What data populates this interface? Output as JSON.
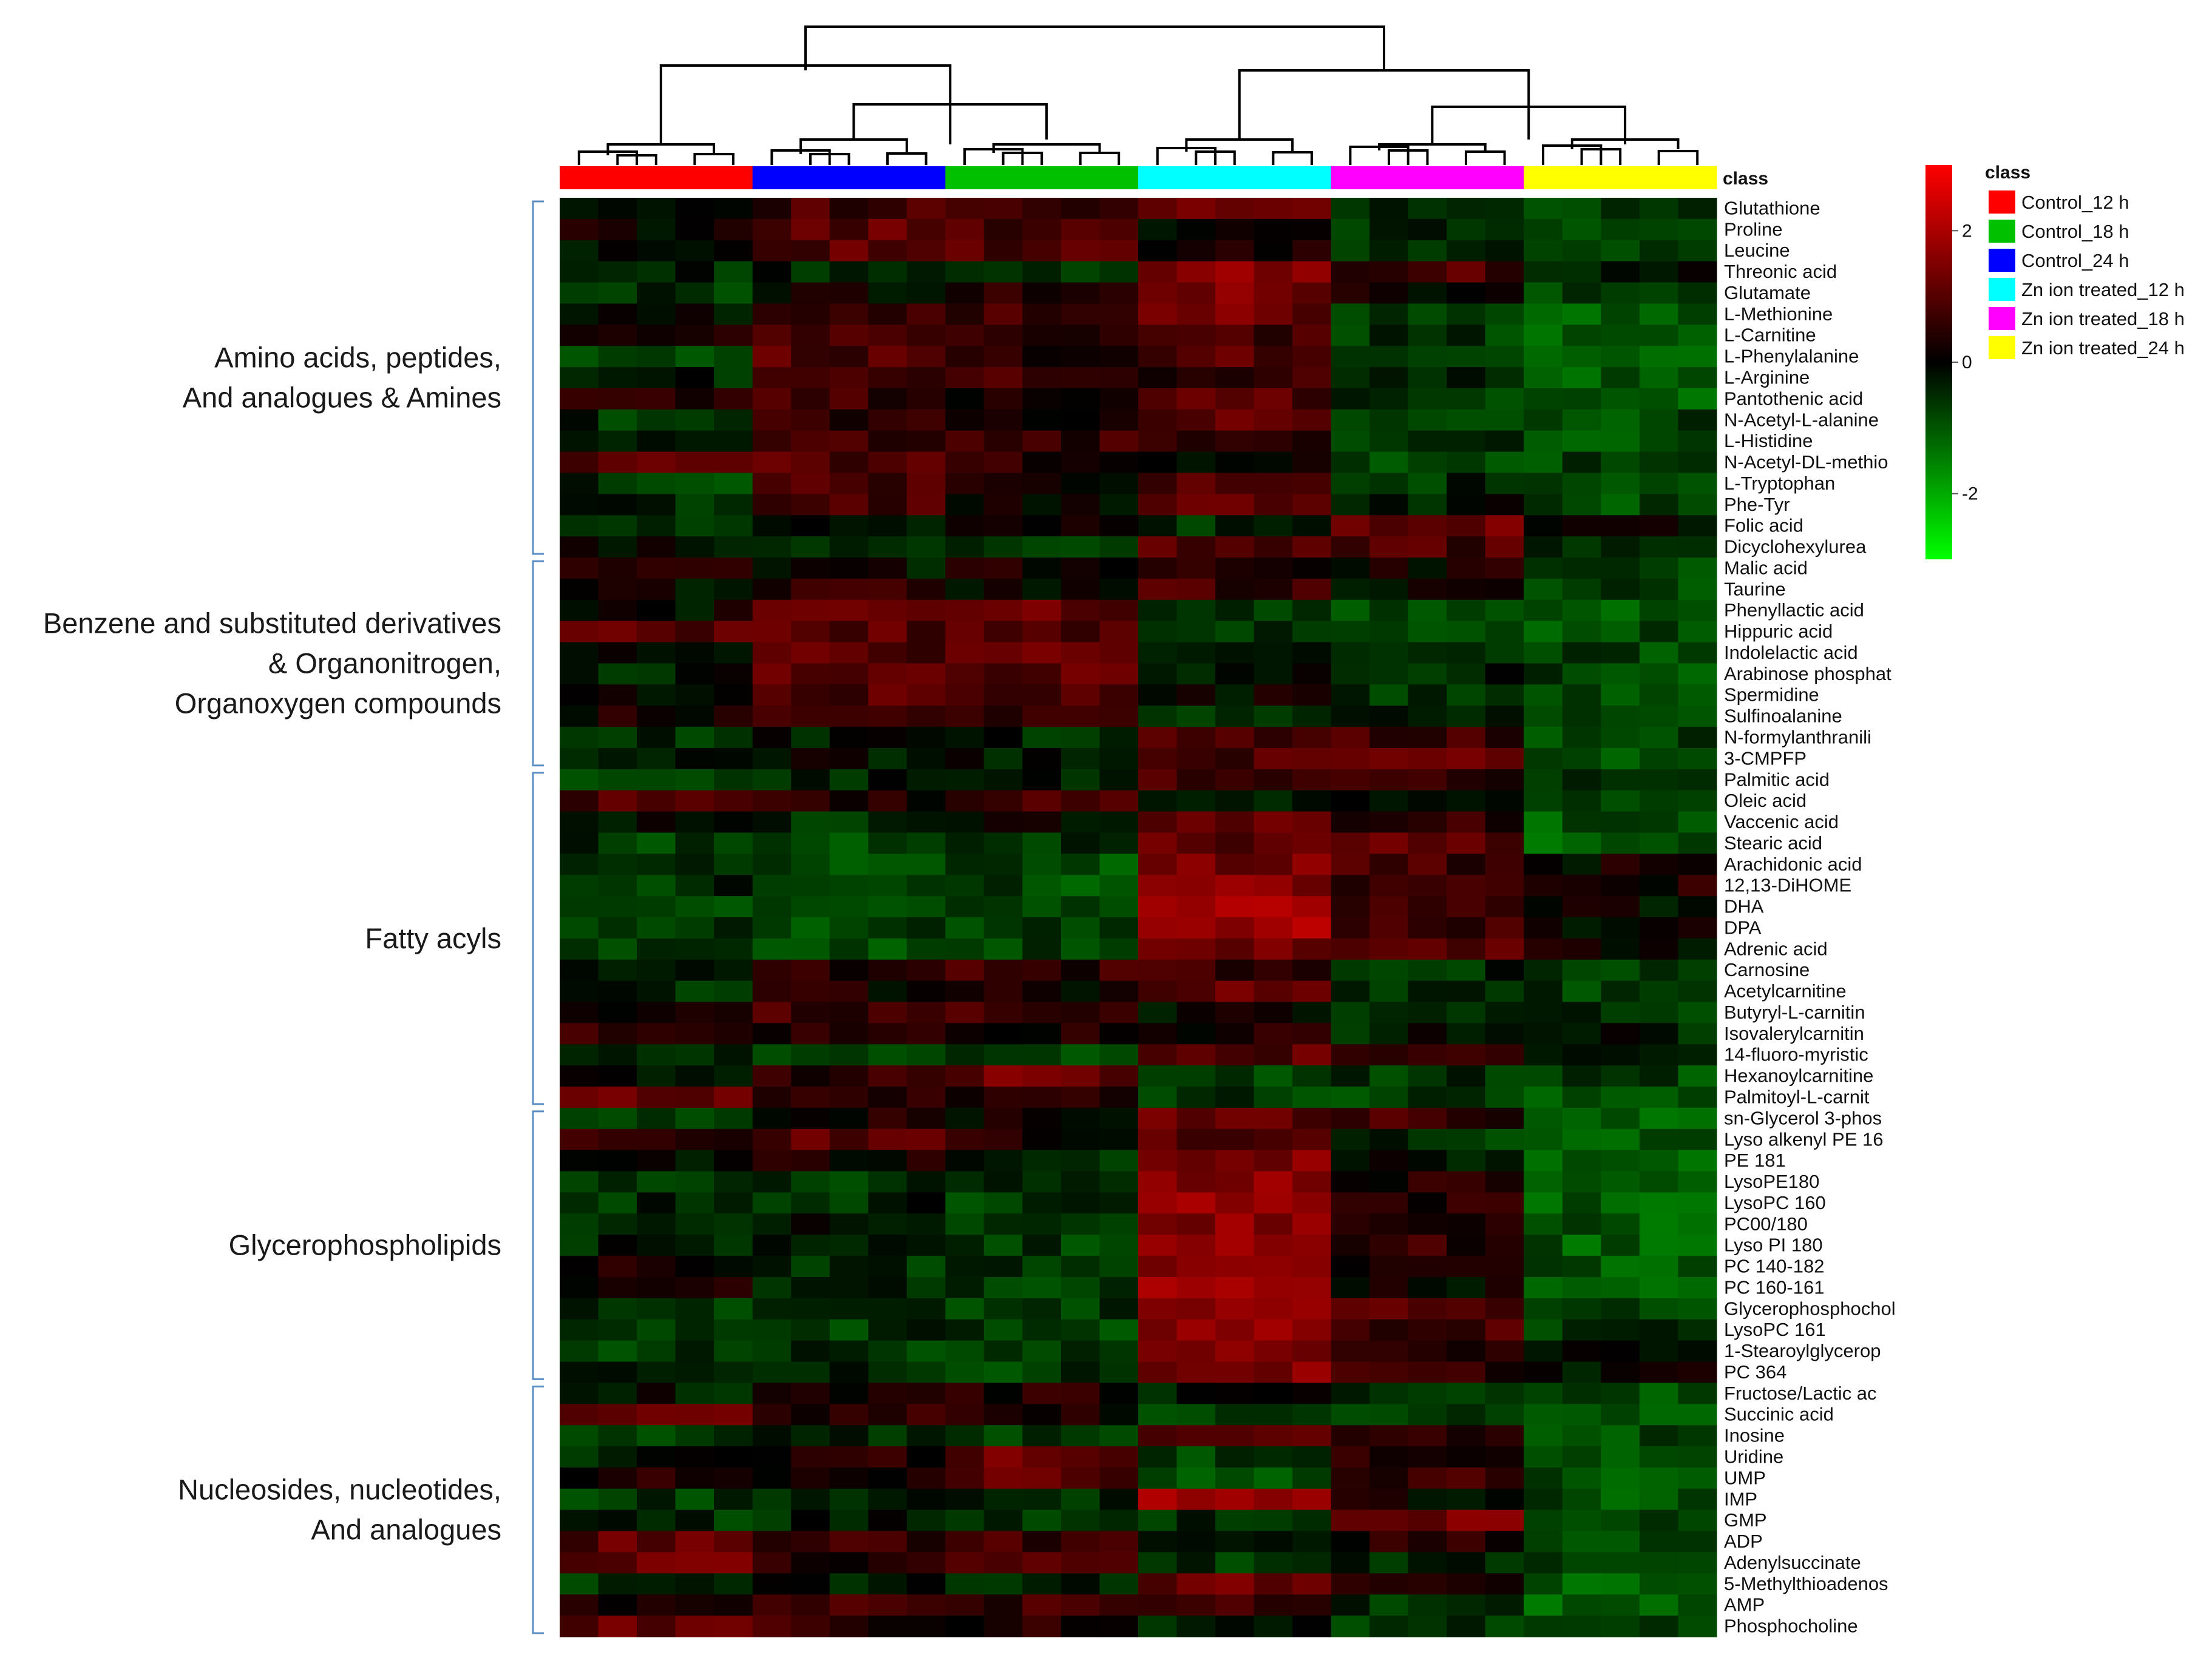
{
  "chart_data": {
    "type": "heatmap",
    "class_legend_title": "class",
    "class_bar_label": "class",
    "classes": [
      {
        "name": "Control_12 h",
        "color": "#ff0000"
      },
      {
        "name": "Control_18 h",
        "color": "#00c000"
      },
      {
        "name": "Control_24 h",
        "color": "#0000ff"
      },
      {
        "name": "Zn ion treated_12 h",
        "color": "#00ffff"
      },
      {
        "name": "Zn ion treated_18 h",
        "color": "#ff00ff"
      },
      {
        "name": "Zn ion treated_24 h",
        "color": "#ffff00"
      }
    ],
    "column_class_order": [
      0,
      2,
      1,
      3,
      4,
      5
    ],
    "samples_per_class": 5,
    "color_scale": {
      "ticks": [
        2,
        0,
        -2
      ],
      "range": [
        -3,
        3
      ],
      "high_color": "#ff0000",
      "mid_color": "#000000",
      "low_color": "#00ff00"
    },
    "group_label_lines": [
      [
        "Amino acids, peptides,",
        "And analogues & Amines"
      ],
      [
        "Benzene and substituted derivatives",
        "& Organonitrogen,",
        "Organoxygen compounds"
      ],
      [
        "Fatty acyls"
      ],
      [
        "Glycerophospholipids"
      ],
      [
        "Nucleosides, nucleotides,",
        "And analogues"
      ]
    ],
    "group_row_ranges": [
      [
        0,
        17
      ],
      [
        17,
        27
      ],
      [
        27,
        43
      ],
      [
        43,
        56
      ],
      [
        56,
        68
      ]
    ],
    "rows": [
      "Glutathione",
      "Proline",
      "Leucine",
      "Threonic acid",
      "Glutamate",
      "L-Methionine",
      "L-Carnitine",
      "L-Phenylalanine",
      "L-Arginine",
      "Pantothenic acid",
      "N-Acetyl-L-alanine",
      "L-Histidine",
      "N-Acetyl-DL-methio",
      "L-Tryptophan",
      "Phe-Tyr",
      "Folic acid",
      "Dicyclohexylurea",
      "Malic acid",
      "Taurine",
      "Phenyllactic acid",
      "Hippuric acid",
      "Indolelactic acid",
      "Arabinose phosphat",
      "Spermidine",
      "Sulfinoalanine",
      "N-formylanthranili",
      "3-CMPFP",
      "Palmitic acid",
      "Oleic acid",
      "Vaccenic acid",
      "Stearic acid",
      "Arachidonic acid",
      "12,13-DiHOME",
      "DHA",
      "DPA",
      "Adrenic acid",
      "Carnosine",
      "Acetylcarnitine",
      "Butyryl-L-carnitin",
      "Isovalerylcarnitin",
      "14-fluoro-myristic",
      "Hexanoylcarnitine",
      "Palmitoyl-L-carnit",
      "sn-Glycerol 3-phos",
      "Lyso alkenyl PE 16",
      "PE 181",
      "LysoPE180",
      "LysoPC 160",
      "PC00/180",
      "Lyso PI 180",
      "PC 140-182",
      "PC 160-161",
      "Glycerophosphochol",
      "LysoPC 161",
      "1-Stearoylglycerop",
      "PC 364",
      "Fructose/Lactic ac",
      "Succinic acid",
      "Inosine",
      "Uridine",
      "UMP",
      "IMP",
      "GMP",
      "ADP",
      "Adenylsuccinate",
      "5-Methylthioadenos",
      "AMP",
      "Phosphocholine"
    ],
    "class_means": [
      [
        0.2,
        0.6,
        0.7,
        1.0,
        -0.4,
        -0.8
      ],
      [
        0.1,
        0.9,
        1.0,
        0.1,
        -0.5,
        -0.8
      ],
      [
        0.0,
        0.8,
        1.0,
        0.2,
        -0.6,
        -0.8
      ],
      [
        -0.4,
        -0.8,
        -0.3,
        1.5,
        0.8,
        -0.3
      ],
      [
        -0.6,
        0.4,
        0.1,
        1.3,
        0.2,
        -0.8
      ],
      [
        -0.2,
        0.6,
        0.8,
        1.2,
        -0.5,
        -1.0
      ],
      [
        0.1,
        0.5,
        0.8,
        0.7,
        -0.6,
        -1.0
      ],
      [
        -0.7,
        0.5,
        0.9,
        1.0,
        -0.5,
        -1.0
      ],
      [
        -0.3,
        0.6,
        0.6,
        0.6,
        -0.3,
        -1.0
      ],
      [
        0.6,
        0.4,
        0.6,
        0.9,
        -0.6,
        -1.0
      ],
      [
        -0.5,
        0.3,
        0.5,
        1.0,
        -0.5,
        -0.8
      ],
      [
        -0.5,
        0.6,
        0.6,
        0.6,
        -0.7,
        -0.8
      ],
      [
        1.0,
        0.5,
        0.9,
        -0.1,
        -0.7,
        -0.8
      ],
      [
        -0.6,
        0.2,
        0.8,
        0.8,
        -0.5,
        -0.9
      ],
      [
        -0.4,
        0.1,
        0.7,
        0.9,
        -0.2,
        -0.8
      ],
      [
        -0.5,
        -0.1,
        -0.3,
        -0.6,
        1.2,
        0.1
      ],
      [
        -0.2,
        -0.6,
        -0.5,
        1.0,
        0.8,
        -0.3
      ],
      [
        0.6,
        0.3,
        -0.2,
        0.3,
        0.2,
        -0.9
      ],
      [
        -0.1,
        0.0,
        0.6,
        0.7,
        0.0,
        -0.8
      ],
      [
        0.0,
        1.2,
        0.9,
        -0.6,
        -0.8,
        -0.9
      ],
      [
        1.0,
        1.0,
        0.9,
        -0.7,
        -0.8,
        -0.9
      ],
      [
        -0.2,
        1.1,
        1.0,
        -0.5,
        -0.5,
        -0.7
      ],
      [
        -0.3,
        1.1,
        1.1,
        -0.3,
        -0.3,
        -0.8
      ],
      [
        0.1,
        1.0,
        0.9,
        0.0,
        -0.7,
        -1.0
      ],
      [
        0.2,
        0.6,
        0.6,
        -0.5,
        -0.3,
        -0.9
      ],
      [
        -0.5,
        -0.4,
        -0.2,
        0.8,
        0.7,
        -0.8
      ],
      [
        -0.5,
        -0.3,
        -0.1,
        0.9,
        1.2,
        -0.9
      ],
      [
        -0.5,
        -0.3,
        -0.4,
        0.7,
        0.5,
        -0.6
      ],
      [
        0.8,
        0.8,
        0.3,
        -0.3,
        -0.3,
        -0.6
      ],
      [
        -0.1,
        0.1,
        -0.6,
        1.0,
        0.5,
        -1.0
      ],
      [
        -0.6,
        -0.5,
        -0.7,
        1.1,
        1.0,
        -1.0
      ],
      [
        -0.6,
        -0.8,
        -0.9,
        1.3,
        0.7,
        0.1
      ],
      [
        -0.5,
        -0.8,
        -0.8,
        1.4,
        0.8,
        0.3
      ],
      [
        -0.6,
        -0.8,
        -0.8,
        1.8,
        0.8,
        0.0
      ],
      [
        -0.6,
        -0.8,
        -0.8,
        1.8,
        0.7,
        0.1
      ],
      [
        -0.6,
        -0.8,
        -0.8,
        1.4,
        0.8,
        0.1
      ],
      [
        -0.5,
        0.6,
        0.3,
        0.7,
        -0.4,
        -0.8
      ],
      [
        -0.5,
        0.2,
        0.2,
        1.0,
        -0.5,
        -0.7
      ],
      [
        0.2,
        0.6,
        0.7,
        0.0,
        -0.6,
        -0.5
      ],
      [
        0.6,
        0.2,
        0.3,
        0.3,
        -0.3,
        -0.3
      ],
      [
        -0.5,
        -0.6,
        -0.5,
        1.0,
        0.6,
        -0.2
      ],
      [
        -0.3,
        1.2,
        0.4,
        -0.6,
        -0.6,
        -0.8
      ],
      [
        1.3,
        0.2,
        0.4,
        -0.6,
        -0.7,
        -0.8
      ],
      [
        -0.5,
        0.0,
        0.3,
        1.0,
        0.7,
        -1.2
      ],
      [
        0.6,
        0.3,
        0.9,
        0.9,
        -0.5,
        -1.1
      ],
      [
        -0.3,
        -0.5,
        0.2,
        1.5,
        -0.2,
        -1.1
      ],
      [
        -0.6,
        -0.6,
        -0.5,
        1.5,
        0.3,
        -1.0
      ],
      [
        -0.5,
        -0.6,
        -0.4,
        1.8,
        0.5,
        -1.1
      ],
      [
        -0.4,
        -0.7,
        -0.3,
        1.6,
        0.6,
        -1.0
      ],
      [
        -0.4,
        -0.6,
        -0.4,
        1.7,
        0.5,
        -1.0
      ],
      [
        0.2,
        -0.5,
        -0.5,
        1.7,
        0.4,
        -1.0
      ],
      [
        0.3,
        -0.7,
        -0.5,
        1.8,
        0.1,
        -1.1
      ],
      [
        -0.5,
        -0.6,
        -0.6,
        1.4,
        0.9,
        -0.9
      ],
      [
        -0.5,
        -0.7,
        -0.6,
        1.6,
        0.7,
        -0.5
      ],
      [
        -0.6,
        -0.7,
        -0.6,
        1.6,
        0.6,
        -0.3
      ],
      [
        -0.5,
        -0.6,
        -0.5,
        1.5,
        0.5,
        -0.1
      ],
      [
        -0.2,
        0.3,
        0.4,
        -0.3,
        -0.5,
        -0.9
      ],
      [
        1.2,
        0.3,
        0.4,
        -0.6,
        -0.7,
        -0.8
      ],
      [
        -0.7,
        -0.6,
        -0.3,
        1.2,
        0.3,
        -0.9
      ],
      [
        -0.4,
        1.1,
        0.4,
        -0.8,
        0.5,
        -0.9
      ],
      [
        0.3,
        1.0,
        0.2,
        -0.8,
        0.7,
        -0.9
      ],
      [
        -0.6,
        -0.5,
        -0.4,
        1.8,
        0.0,
        -0.9
      ],
      [
        -0.5,
        -0.5,
        -0.3,
        -0.6,
        1.3,
        -0.9
      ],
      [
        1.0,
        0.6,
        0.7,
        -0.5,
        0.3,
        -0.8
      ],
      [
        1.2,
        0.7,
        0.5,
        -0.5,
        -0.5,
        -0.9
      ],
      [
        -0.5,
        -0.4,
        -0.3,
        1.2,
        0.5,
        -1.2
      ],
      [
        0.4,
        0.6,
        0.6,
        0.8,
        -0.6,
        -1.0
      ],
      [
        1.0,
        0.3,
        0.5,
        -0.3,
        -0.5,
        -0.8
      ]
    ]
  }
}
